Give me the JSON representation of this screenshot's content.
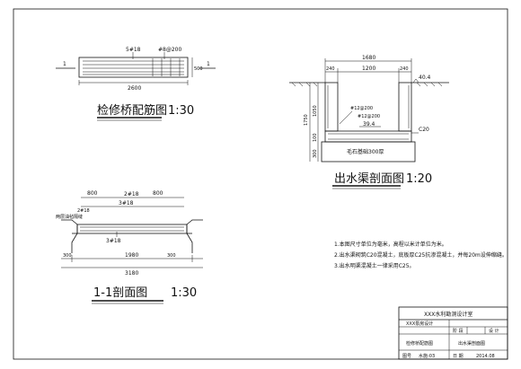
{
  "views": {
    "plan": {
      "title": "检修桥配筋图",
      "scale": "1:30",
      "dims": {
        "bar_top": "5#18",
        "bar_dist": "#8@200",
        "width": "2600",
        "height": "500",
        "section_mark": "1"
      }
    },
    "section11": {
      "title": "1-1剖面图",
      "scale": "1:30",
      "dims": {
        "d800_left": "800",
        "d800_right": "800",
        "bar_2": "2#18",
        "bar_3_top": "3#18",
        "bar_2b": "2#18",
        "bar_3_bot": "3#18",
        "left_note": "两层油毡隔缝",
        "d300_left": "300",
        "d1980": "1980",
        "d300_right": "300",
        "d3180": "3180"
      }
    },
    "channel": {
      "title": "出水渠剖面图",
      "scale": "1:20",
      "dims": {
        "d1680": "1680",
        "d240_l": "240",
        "d1200": "1200",
        "d240_r": "240",
        "elev_top": "40.4",
        "elev_mid": "39.4",
        "bar_v": "#12@200",
        "bar_h": "#12@200",
        "d1750": "1750",
        "d1050": "1050",
        "d300": "300",
        "d100": "100",
        "c20": "C20",
        "base_label": "毛石基础300厚"
      }
    }
  },
  "notes": [
    "1.本图尺寸单位为毫米，高程以米计单位为米。",
    "2.出水渠砌筑C20混凝土，底板厚C25抗渗混凝土，并每20m设伸缩缝。",
    "3.出水明渠混凝土一律采用C25。"
  ],
  "title_block": {
    "company": "XXX水利勘测设计室",
    "project": "XXX泵房设计",
    "col_headers": [
      "阶 段",
      "设 计"
    ],
    "drawing_name": "检修桥配筋图",
    "drawing_name2": "出水渠剖面图",
    "date_label": "日 期",
    "date": "2014.08",
    "drawing_no_label": "图号",
    "drawing_no": "水施-03"
  }
}
